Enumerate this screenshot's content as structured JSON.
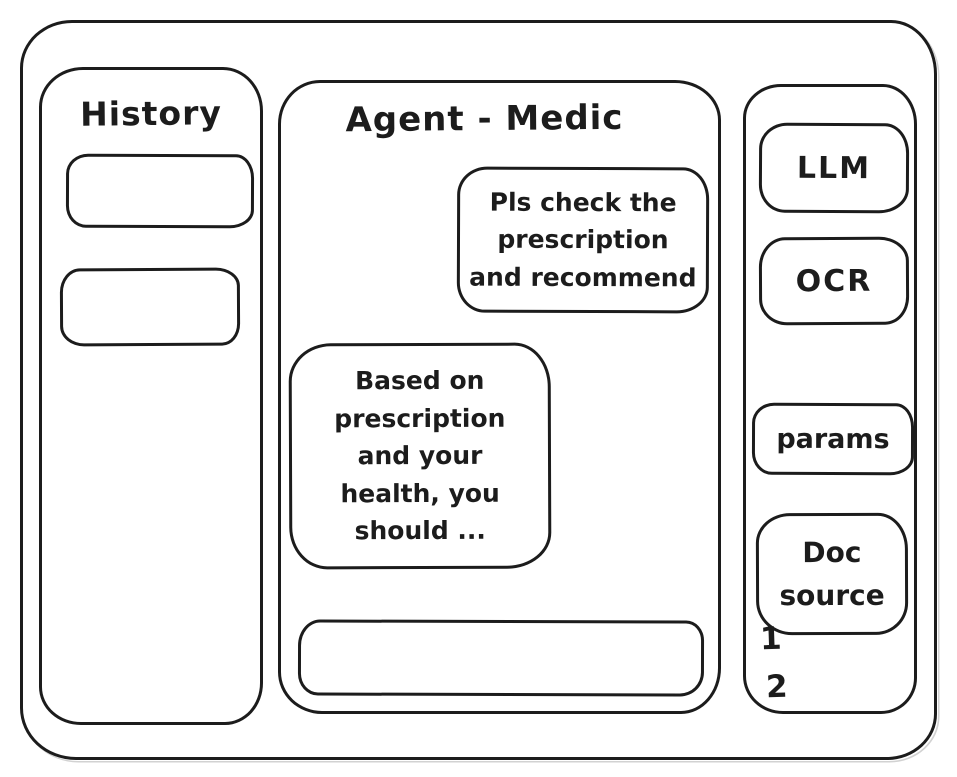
{
  "app": {
    "title": "Agent - Medic"
  },
  "history_panel": {
    "title": "History",
    "items": [
      {
        "label": ""
      },
      {
        "label": ""
      }
    ]
  },
  "chat": {
    "title": "Agent - Medic",
    "messages": [
      {
        "role": "user",
        "text": "Pls check the\nprescription\nand recommend"
      },
      {
        "role": "assistant",
        "text": "Based on\nprescription\nand your\nhealth, you\nshould ..."
      }
    ],
    "input": {
      "value": "",
      "placeholder": ""
    }
  },
  "tools_panel": {
    "buttons": [
      {
        "id": "llm",
        "label": "LLM"
      },
      {
        "id": "ocr",
        "label": "OCR"
      },
      {
        "id": "params",
        "label": "params"
      },
      {
        "id": "doc-source",
        "label": "Doc source"
      }
    ],
    "doc_sources": [
      "1",
      "2"
    ]
  },
  "colors": {
    "stroke": "#1c1c1c",
    "background": "#ffffff"
  }
}
